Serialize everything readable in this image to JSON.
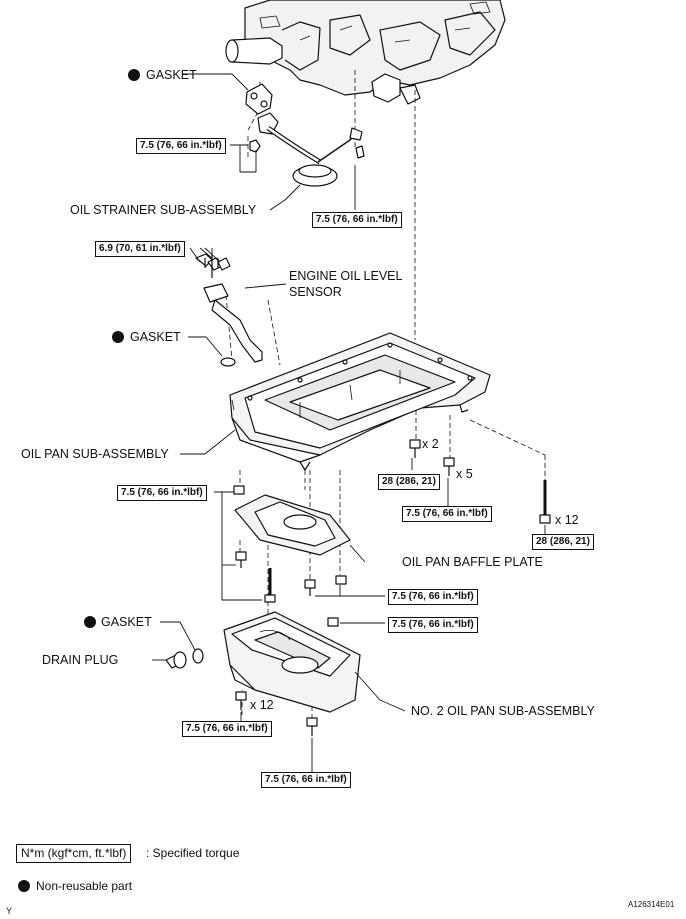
{
  "labels": {
    "gasket_1": "GASKET",
    "gasket_2": "GASKET",
    "gasket_3": "GASKET",
    "oil_strainer": "OIL STRAINER SUB-ASSEMBLY",
    "engine_oil_level_sensor_line1": "ENGINE OIL LEVEL",
    "engine_oil_level_sensor_line2": "SENSOR",
    "oil_pan": "OIL PAN SUB-ASSEMBLY",
    "baffle_plate": "OIL PAN BAFFLE PLATE",
    "drain_plug": "DRAIN PLUG",
    "no2_oil_pan": "NO. 2 OIL PAN SUB-ASSEMBLY"
  },
  "torques": {
    "t1": "7.5 (76, 66 in.*lbf)",
    "t2": "7.5 (76, 66 in.*lbf)",
    "t3": "6.9 (70, 61 in.*lbf)",
    "t4": "28 (286, 21)",
    "t5": "7.5 (76, 66 in.*lbf)",
    "t6": "28 (286, 21)",
    "t7": "7.5 (76, 66 in.*lbf)",
    "t8": "7.5 (76, 66 in.*lbf)",
    "t9": "7.5 (76, 66 in.*lbf)",
    "t10": "7.5 (76, 66 in.*lbf)",
    "t11": "7.5 (76, 66 in.*lbf)"
  },
  "multipliers": {
    "m1": "x 2",
    "m2": "x 5",
    "m3": "x 12",
    "m4": "x 12"
  },
  "legend": {
    "torque_unit": "N*m (kgf*cm, ft.*lbf)",
    "torque_desc": ": Specified torque",
    "nonreusable": "Non-reusable part"
  },
  "footer": {
    "code": "A126314E01",
    "corner": "Y"
  }
}
